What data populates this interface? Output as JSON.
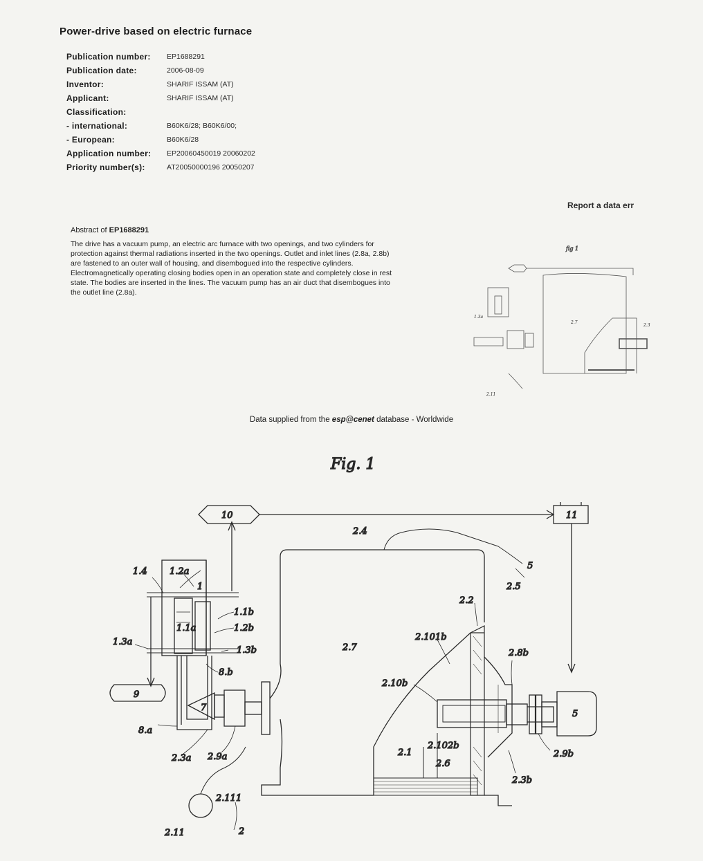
{
  "title": "Power-drive based on electric furnace",
  "meta": [
    {
      "label": "Publication number:",
      "value": "EP1688291"
    },
    {
      "label": "Publication date:",
      "value": "2006-08-09"
    },
    {
      "label": "Inventor:",
      "value": "SHARIF ISSAM (AT)"
    },
    {
      "label": "Applicant:",
      "value": "SHARIF ISSAM (AT)"
    },
    {
      "label": "Classification:",
      "value": ""
    },
    {
      "label": "- international:",
      "value": "B60K6/28; B60K6/00;"
    },
    {
      "label": "- European:",
      "value": "B60K6/28"
    },
    {
      "label": "Application number:",
      "value": "EP20060450019 20060202"
    },
    {
      "label": "Priority number(s):",
      "value": "AT20050000196 20050207"
    }
  ],
  "report_link": "Report a data err",
  "abstract": {
    "heading_prefix": "Abstract of",
    "heading_number": "EP1688291",
    "lines": [
      "The drive has a vacuum pump, an electric arc furnace with two openings, and two cylinders for",
      "protection against thermal radiations inserted in the two openings. Outlet and inlet lines (2.8a, 2.8b)",
      "are fastened to an outer wall of housing, and disembogued into the respective cylinders.",
      "Electromagnetically operating closing bodies open in an operation state and completely close in rest",
      "state. The bodies are inserted in the lines. The vacuum pump has an air duct that disembogues into",
      "the outlet line (2.8a)."
    ]
  },
  "supplied": {
    "prefix": "Data supplied from the",
    "db": "esp@cenet",
    "suffix": "database - Worldwide"
  },
  "thumbnail": {
    "caption": "fig 1"
  },
  "figure": {
    "caption": "Fig. 1",
    "labels": {
      "l10": "10",
      "l11": "11",
      "l24": "2.4",
      "l1_4": "1.4",
      "l1_2a": "1.2a",
      "l1": "1",
      "l1_1b": "1.1b",
      "l1_2b": "1.2b",
      "l1_1a": "1.1a",
      "l1_3a": "1.3a",
      "l1_3b": "1.3b",
      "l8b": "8.b",
      "l9": "9",
      "l7": "7",
      "l8a": "8.a",
      "l2_3a": "2.3a",
      "l2_9a": "2.9a",
      "l2_111": "2.111",
      "l2_11": "2.11",
      "l2": "2",
      "l2_7": "2.7",
      "l5a": "5",
      "l2_5": "2.5",
      "l2_2": "2.2",
      "l2_101b": "2.101b",
      "l2_8b": "2.8b",
      "l2_10b": "2.10b",
      "l5": "5",
      "l2_1": "2.1",
      "l2_102b": "2.102b",
      "l2_6": "2.6",
      "l2_9b": "2.9b",
      "l2_3b": "2.3b"
    }
  }
}
